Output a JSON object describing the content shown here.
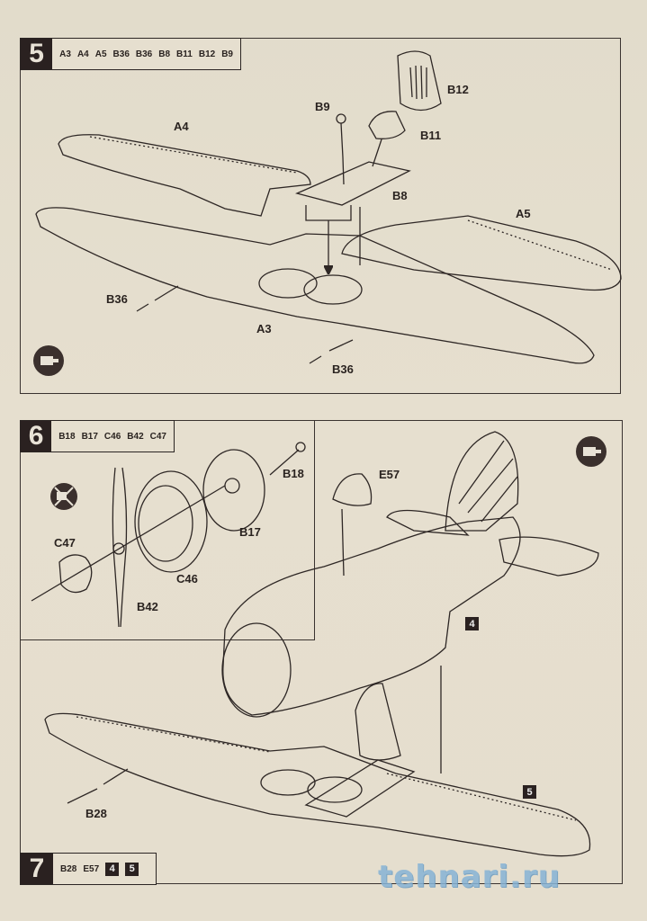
{
  "document": {
    "type": "model kit assembly instructions",
    "colors": {
      "ink": "#2a2120",
      "paper": "#e4ddcc",
      "watermark": "#86b3d6"
    }
  },
  "steps": [
    {
      "number": "5",
      "parts_list": [
        "A3",
        "A4",
        "A5",
        "B36",
        "B36",
        "B8",
        "B11",
        "B12",
        "B9"
      ],
      "labels": {
        "a4": "A4",
        "a5": "A5",
        "a3": "A3",
        "b9": "B9",
        "b11": "B11",
        "b12": "B12",
        "b8": "B8",
        "b36_left": "B36",
        "b36_right": "B36"
      },
      "icons": [
        "glue-icon"
      ]
    },
    {
      "number": "6",
      "parts_list": [
        "B18",
        "B17",
        "C46",
        "B42",
        "C47"
      ],
      "labels": {
        "b18": "B18",
        "b17": "B17",
        "c46": "C46",
        "b42": "B42",
        "c47": "C47"
      },
      "icons": [
        "no-glue-icon"
      ]
    },
    {
      "number": "7",
      "parts_list": [
        "B28",
        "E57"
      ],
      "sub_refs": [
        "4",
        "5"
      ],
      "labels": {
        "e57": "E57",
        "b28": "B28",
        "ref4": "4",
        "ref5": "5"
      },
      "icons": [
        "glue-icon"
      ]
    }
  ],
  "watermark": "tehnari.ru"
}
